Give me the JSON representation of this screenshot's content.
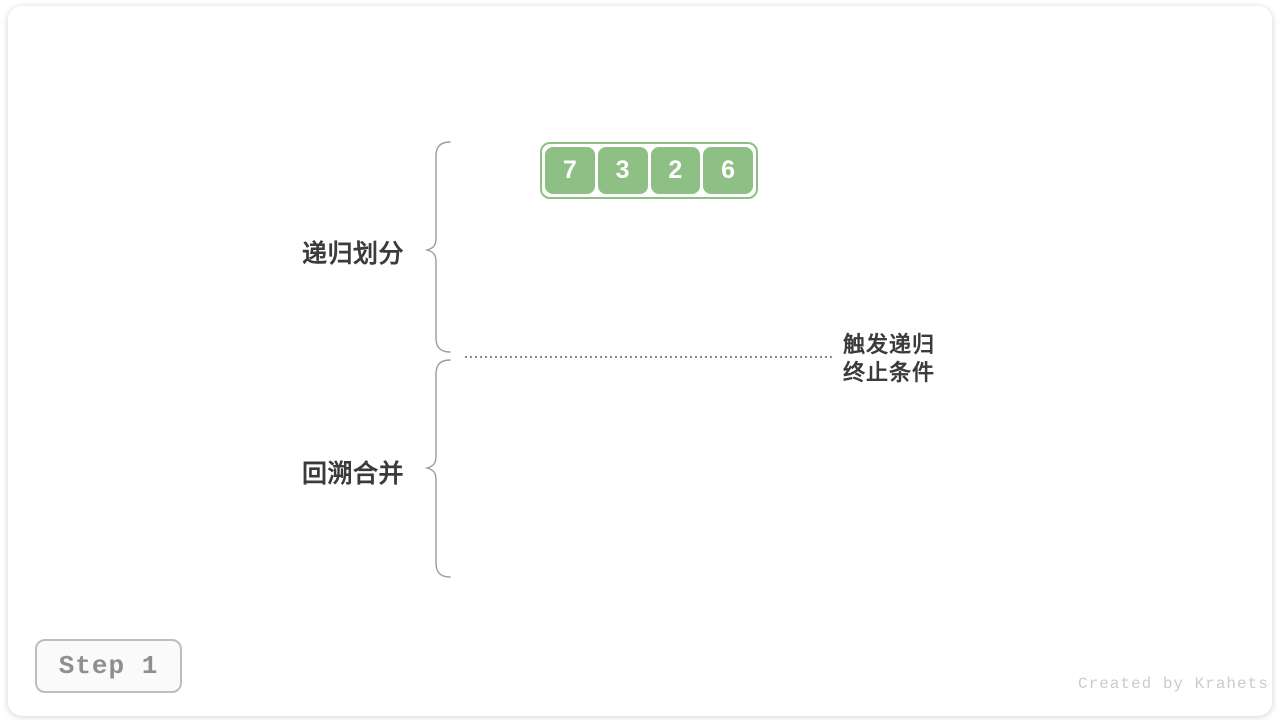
{
  "colors": {
    "green": "#8EBF85",
    "text-dark": "#3B3B3B",
    "brace": "#9B9B9B",
    "dotted": "#8A8A8A",
    "step-text": "#8F8F8F",
    "step-border": "#BDBDBD",
    "step-bg": "#FAFAFA",
    "credit": "#CBCBCB",
    "card-bg": "#FFFFFF"
  },
  "diagram": {
    "array": {
      "values": [
        "7",
        "3",
        "2",
        "6"
      ]
    },
    "phase_labels": {
      "divide": "递归划分",
      "merge": "回溯合并"
    },
    "termination_note": {
      "line1": "触发递归",
      "line2": "终止条件"
    }
  },
  "footer": {
    "step_label": "Step 1",
    "credit": "Created by Krahets"
  }
}
